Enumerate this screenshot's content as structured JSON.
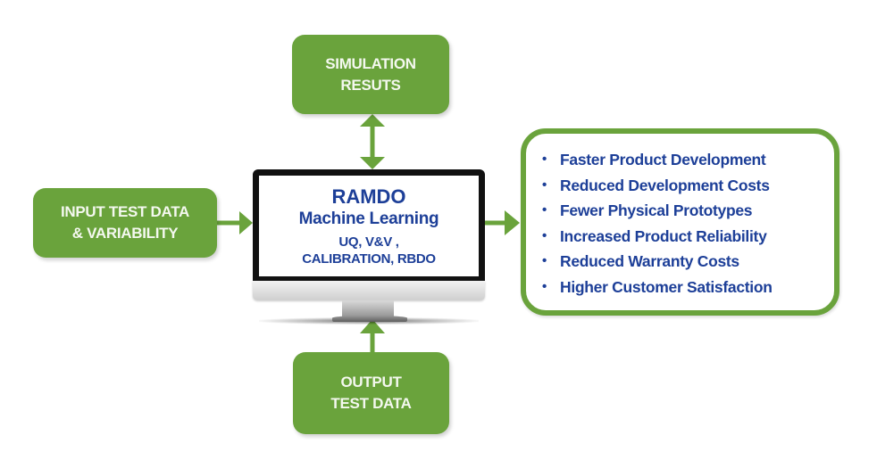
{
  "colors": {
    "green": "#6aa33c",
    "text_blue": "#1d3f98",
    "box_text": "#f4f8ef"
  },
  "nodes": {
    "simulation": {
      "lines": [
        "SIMULATION",
        "RESUTS"
      ]
    },
    "input": {
      "lines": [
        "INPUT TEST DATA",
        "& VARIABILITY"
      ]
    },
    "output": {
      "lines": [
        "OUTPUT",
        "TEST DATA"
      ]
    },
    "ramdo": {
      "title": "RAMDO",
      "subtitle": "Machine Learning",
      "line3": "UQ, V&V ,",
      "line4": "CALIBRATION, RBDO"
    }
  },
  "benefits": {
    "bullet": "•",
    "items": [
      "Faster Product Development",
      "Reduced Development Costs",
      "Fewer Physical Prototypes",
      "Increased Product Reliability",
      "Reduced Warranty Costs",
      "Higher Customer Satisfaction"
    ]
  },
  "edges": [
    {
      "from": "simulation",
      "to": "ramdo",
      "type": "bidirectional"
    },
    {
      "from": "input",
      "to": "ramdo",
      "type": "directed"
    },
    {
      "from": "output",
      "to": "ramdo",
      "type": "directed"
    },
    {
      "from": "ramdo",
      "to": "benefits",
      "type": "directed"
    }
  ]
}
